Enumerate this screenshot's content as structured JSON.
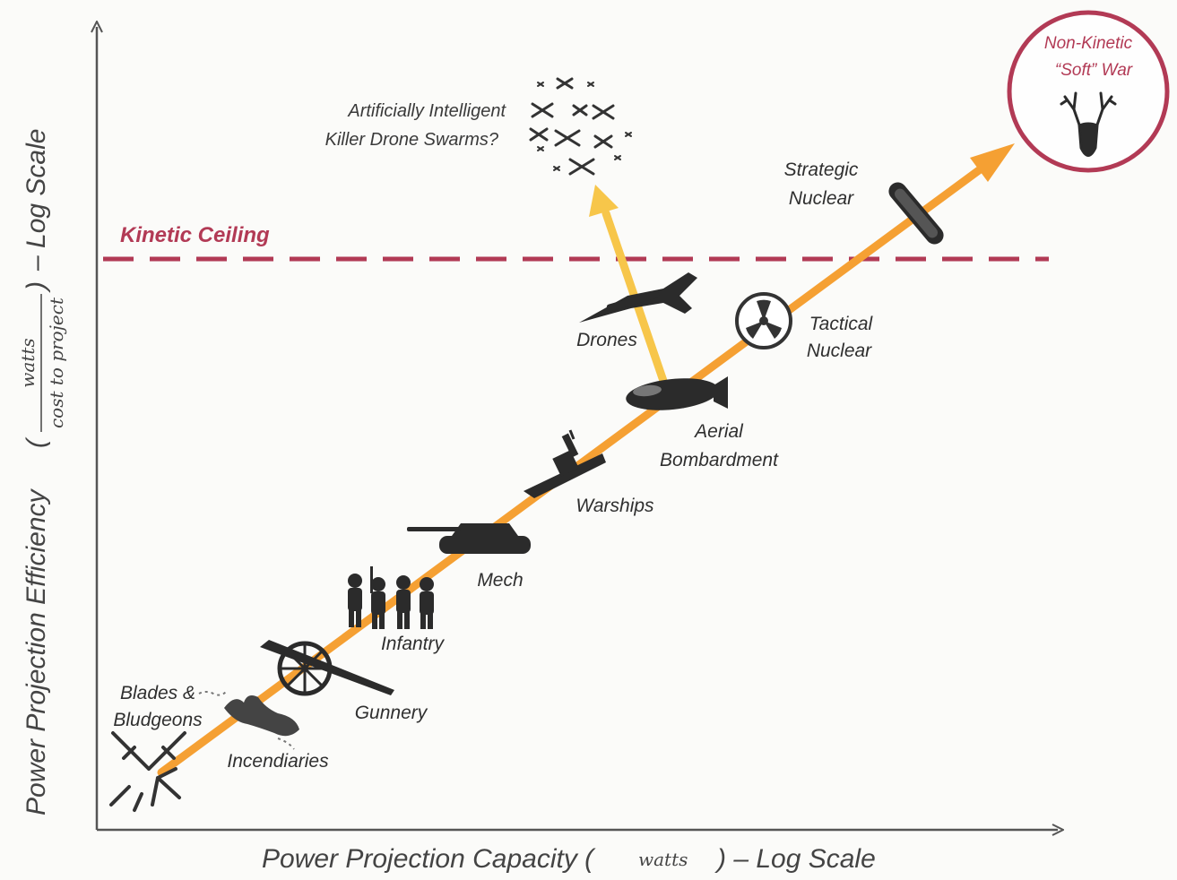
{
  "axes": {
    "x_title_main": "Power Projection Capacity (",
    "x_title_unit": "watts",
    "x_title_tail": ") – Log Scale",
    "y_title_main": "Power Projection Efficiency",
    "y_fraction_num": "watts",
    "y_fraction_den": "cost to project",
    "y_title_tail": "– Log Scale",
    "x_scale": "log",
    "y_scale": "log"
  },
  "ceiling": {
    "label": "Kinetic Ceiling",
    "color": "#b23a55"
  },
  "soft_war": {
    "line1": "Non-Kinetic",
    "line2": "“Soft” War",
    "icon": "deer-head-icon",
    "color": "#b23a55"
  },
  "drone_swarm": {
    "line1": "Artificially Intelligent",
    "line2": "Killer Drone Swarms?",
    "icon": "drone-swarm-icon"
  },
  "arrow": {
    "main_color": "#f5a033",
    "branch_color": "#f7c64a"
  },
  "stages": [
    {
      "id": "blades",
      "line1": "Blades &",
      "line2": "Bludgeons",
      "icon": "crossed-swords-icon"
    },
    {
      "id": "incendiaries",
      "line1": "Incendiaries",
      "icon": "fire-icon"
    },
    {
      "id": "gunnery",
      "line1": "Gunnery",
      "icon": "cannon-icon"
    },
    {
      "id": "infantry",
      "line1": "Infantry",
      "icon": "soldiers-icon"
    },
    {
      "id": "mech",
      "line1": "Mech",
      "icon": "tank-icon"
    },
    {
      "id": "warships",
      "line1": "Warships",
      "icon": "warship-icon"
    },
    {
      "id": "aerial",
      "line1": "Aerial",
      "line2": "Bombardment",
      "icon": "bomb-icon"
    },
    {
      "id": "drones",
      "line1": "Drones",
      "icon": "drone-icon"
    },
    {
      "id": "tactical",
      "line1": "Tactical",
      "line2": "Nuclear",
      "icon": "radiation-icon"
    },
    {
      "id": "strategic",
      "line1": "Strategic",
      "line2": "Nuclear",
      "icon": "missile-icon"
    }
  ]
}
